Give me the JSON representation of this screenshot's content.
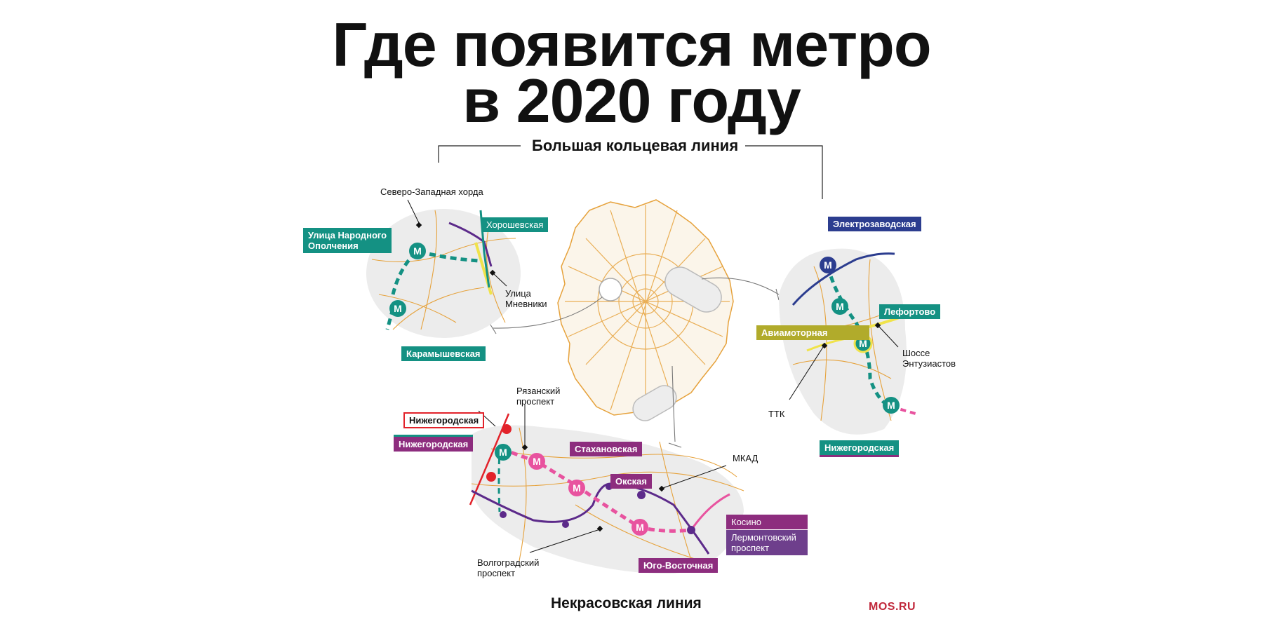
{
  "title": {
    "line1": "Где появится метро",
    "line2": "в 2020 году"
  },
  "subtitle_top": "Большая кольцевая линия",
  "subtitle_bottom": "Некрасовская линия",
  "brand": "MOS.RU",
  "colors": {
    "teal": "#149183",
    "purple": "#8d2d7e",
    "pink": "#e8539f",
    "navy": "#2c3d8f",
    "yellow": "#f0e34a",
    "olive": "#b1ab2b",
    "red": "#e2222a",
    "orange_roads": "#e6a23c",
    "violet": "#6e3f8c"
  },
  "icon": "metro-m-icon",
  "northwest": {
    "labels": {
      "chord": "Северо-Западная хорда",
      "mnevniki": "Улица\nМневники"
    },
    "stations": {
      "narodnogo": "Улица Народного\nОполчения",
      "khoroshevskaya": "Хорошевская",
      "karamyshevskaya": "Карамышевская"
    }
  },
  "east": {
    "labels": {
      "shosse": "Шоссе\nЭнтузиастов",
      "ttk": "ТТК"
    },
    "stations": {
      "elektrozavodskaya": "Электрозаводская",
      "lefortovo": "Лефортово",
      "aviamotornaya": "Авиамоторная",
      "nizhegorodskaya": "Нижегородская"
    }
  },
  "southeast": {
    "labels": {
      "ryazansky": "Рязанский\nпроспект",
      "mkad": "МКАД",
      "volgogradsky": "Волгоградский\nпроспект"
    },
    "stations": {
      "nizh_red": "Нижегородская",
      "nizh_purple": "Нижегородская",
      "stakhanovskaya": "Стахановская",
      "okskaya": "Окская",
      "kosino": "Косино",
      "lermontovsky": "Лермонтовский\nпроспект",
      "yugo_vostochnaya": "Юго-Восточная"
    }
  }
}
